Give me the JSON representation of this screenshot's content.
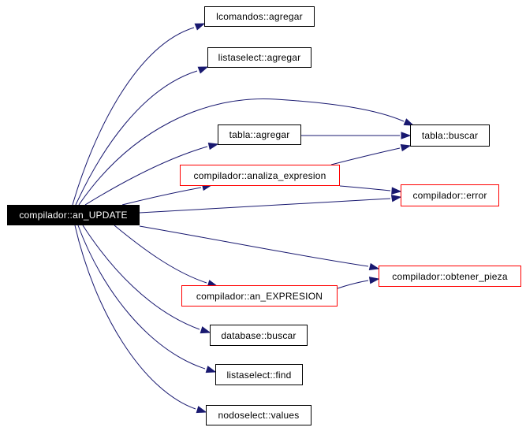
{
  "colors": {
    "edge": "#191970",
    "border_default": "#000000",
    "border_incomplete": "#ff0000",
    "root_fill": "#000000",
    "root_text": "#ffffff"
  },
  "nodes": {
    "root": {
      "label": "compilador::an_UPDATE"
    },
    "lcomandos_agregar": {
      "label": "lcomandos::agregar"
    },
    "listaselect_agregar": {
      "label": "listaselect::agregar"
    },
    "tabla_agregar": {
      "label": "tabla::agregar"
    },
    "tabla_buscar": {
      "label": "tabla::buscar"
    },
    "analiza_expresion": {
      "label": "compilador::analiza_expresion"
    },
    "error": {
      "label": "compilador::error"
    },
    "obtener_pieza": {
      "label": "compilador::obtener_pieza"
    },
    "an_expresion": {
      "label": "compilador::an_EXPRESION"
    },
    "database_buscar": {
      "label": "database::buscar"
    },
    "listaselect_find": {
      "label": "listaselect::find"
    },
    "nodoselect_values": {
      "label": "nodoselect::values"
    }
  },
  "edges": [
    [
      "root",
      "lcomandos_agregar"
    ],
    [
      "root",
      "listaselect_agregar"
    ],
    [
      "root",
      "tabla_buscar"
    ],
    [
      "root",
      "tabla_agregar"
    ],
    [
      "root",
      "analiza_expresion"
    ],
    [
      "root",
      "error"
    ],
    [
      "root",
      "obtener_pieza"
    ],
    [
      "root",
      "an_expresion"
    ],
    [
      "root",
      "database_buscar"
    ],
    [
      "root",
      "listaselect_find"
    ],
    [
      "root",
      "nodoselect_values"
    ],
    [
      "tabla_agregar",
      "tabla_buscar"
    ],
    [
      "analiza_expresion",
      "tabla_buscar"
    ],
    [
      "analiza_expresion",
      "error"
    ],
    [
      "an_expresion",
      "obtener_pieza"
    ]
  ]
}
